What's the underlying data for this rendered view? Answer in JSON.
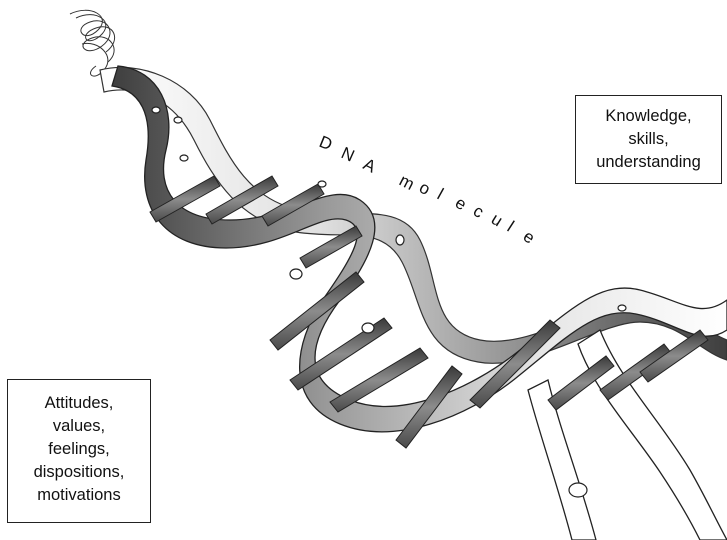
{
  "helix_label": [
    "D",
    "N",
    "A",
    " ",
    "m",
    "o",
    "l",
    "e",
    "c",
    "u",
    "l",
    "e"
  ],
  "boxes": {
    "knowledge": {
      "lines": [
        "Knowledge,",
        "skills,",
        "understanding"
      ]
    },
    "attitudes": {
      "lines": [
        "Attitudes,",
        "values,",
        "feelings,",
        "dispositions,",
        "motivations"
      ]
    }
  },
  "colors": {
    "ink": "#111111",
    "strand_dark": "#5a5a5a",
    "strand_light": "#f4f4f4",
    "rung": "#6a6a6a"
  }
}
